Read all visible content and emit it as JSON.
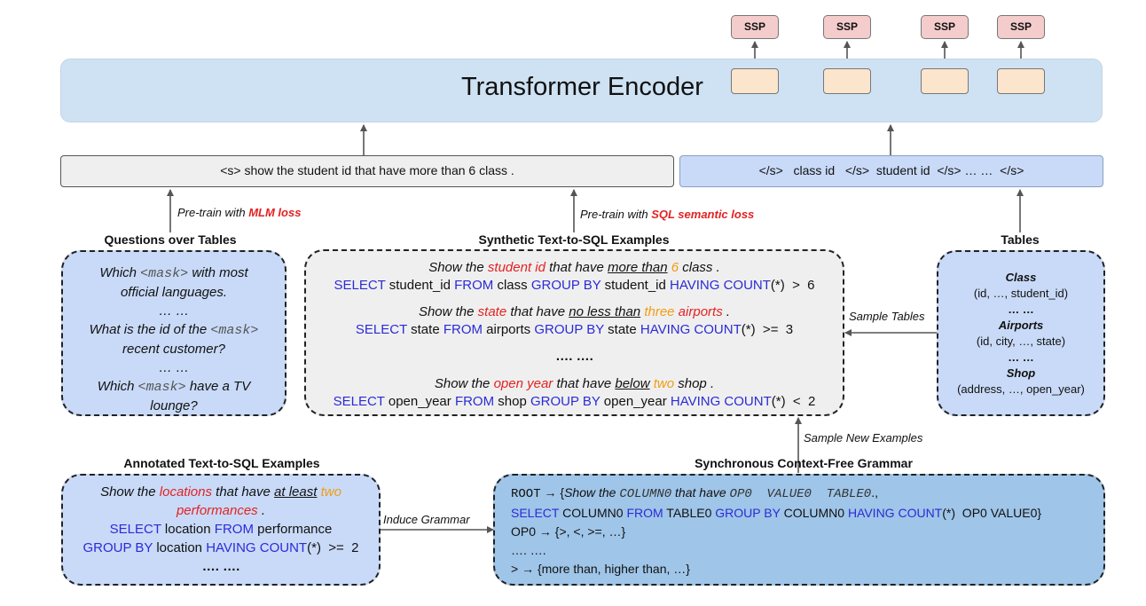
{
  "ssp": [
    "SSP",
    "SSP",
    "SSP",
    "SSP"
  ],
  "encoder": {
    "title": "Transformer Encoder"
  },
  "sequences": {
    "question": "<s> show the student id that have more than 6 class .",
    "schema": "</s>   class id   </s>  student id  </s> … …  </s>"
  },
  "edge_labels": {
    "mlm_prefix": "Pre-train with ",
    "mlm_loss": "MLM loss",
    "sql_prefix": "Pre-train with ",
    "sql_loss": "SQL semantic loss",
    "sample_tables": "Sample Tables",
    "sample_new_examples": "Sample New Examples",
    "induce_grammar": "Induce Grammar"
  },
  "questions_over_tables": {
    "title": "Questions over Tables",
    "q1_a": "Which ",
    "q1_mask": "<mask>",
    "q1_b": " with most",
    "q1_c": "official languages.",
    "dots1": "… …",
    "q2_a": "What is the id of the ",
    "q2_mask": "<mask>",
    "q2_b": "recent customer?",
    "dots2": "… …",
    "q3_a": "Which ",
    "q3_mask": "<mask>",
    "q3_b": " have a TV",
    "q3_c": "lounge?"
  },
  "synthetic": {
    "title": "Synthetic Text-to-SQL Examples",
    "e1": {
      "show": "Show the ",
      "col": "student id",
      "that": " that have ",
      "op": "more than",
      "sp": " ",
      "val": "6",
      "tab": " class",
      "end": " .",
      "sql": [
        "SELECT",
        " student_id ",
        "FROM",
        " class ",
        "GROUP BY",
        " student_id ",
        "HAVING COUNT",
        "(*)  >  6"
      ]
    },
    "e2": {
      "show": "Show the ",
      "col": "state",
      "that": " that have ",
      "op": "no less than",
      "sp": " ",
      "val": "three",
      "tab": " airports",
      "end": " .",
      "sql": [
        "SELECT",
        " state ",
        "FROM",
        " airports ",
        "GROUP BY",
        " state ",
        "HAVING COUNT",
        "(*)  >=  3"
      ]
    },
    "dots": "…. ….",
    "e3": {
      "show": "Show the ",
      "col": "open year",
      "that": " that have ",
      "op": "below",
      "sp": " ",
      "val": "two",
      "tab": " shop",
      "end": " .",
      "sql": [
        "SELECT",
        " open_year ",
        "FROM",
        " shop ",
        "GROUP BY",
        " open_year ",
        "HAVING COUNT",
        "(*)  <  2"
      ]
    }
  },
  "tables": {
    "title": "Tables",
    "t1_name": "Class",
    "t1_cols": "(id, …, student_id)",
    "dots1": "… …",
    "t2_name": "Airports",
    "t2_cols": "(id, city, …, state)",
    "dots2": "… …",
    "t3_name": "Shop",
    "t3_cols": "(address, …, open_year)"
  },
  "annotated": {
    "title": "Annotated Text-to-SQL Examples",
    "show": "Show the ",
    "col": "locations",
    "that": " that have ",
    "op": "at least",
    "sp": " ",
    "val": "two",
    "tab": "performances",
    "end": " .",
    "sql1": [
      "SELECT",
      " location ",
      "FROM",
      " performance"
    ],
    "sql2": [
      "GROUP BY",
      " location ",
      "HAVING COUNT",
      "(*)  >=  2"
    ],
    "dots": "…. …."
  },
  "grammar": {
    "title": "Synchronous Context-Free Grammar",
    "root": "ROOT",
    "arrow1": " → {",
    "show": "Show the ",
    "col": "COLUMN0",
    "that": " that have ",
    "rest": "OP0  VALUE0  TABLE0",
    "comma": ".,",
    "sql": [
      "SELECT",
      " COLUMN0 ",
      "FROM",
      " TABLE0 ",
      "GROUP BY",
      " COLUMN0 ",
      "HAVING COUNT",
      "(*)  OP0 VALUE0}"
    ],
    "op_rule": "OP0 → {>, <, >=, …}",
    "dots": "…. ….",
    "gt_rule": "> → {more than, higher than, …}"
  }
}
